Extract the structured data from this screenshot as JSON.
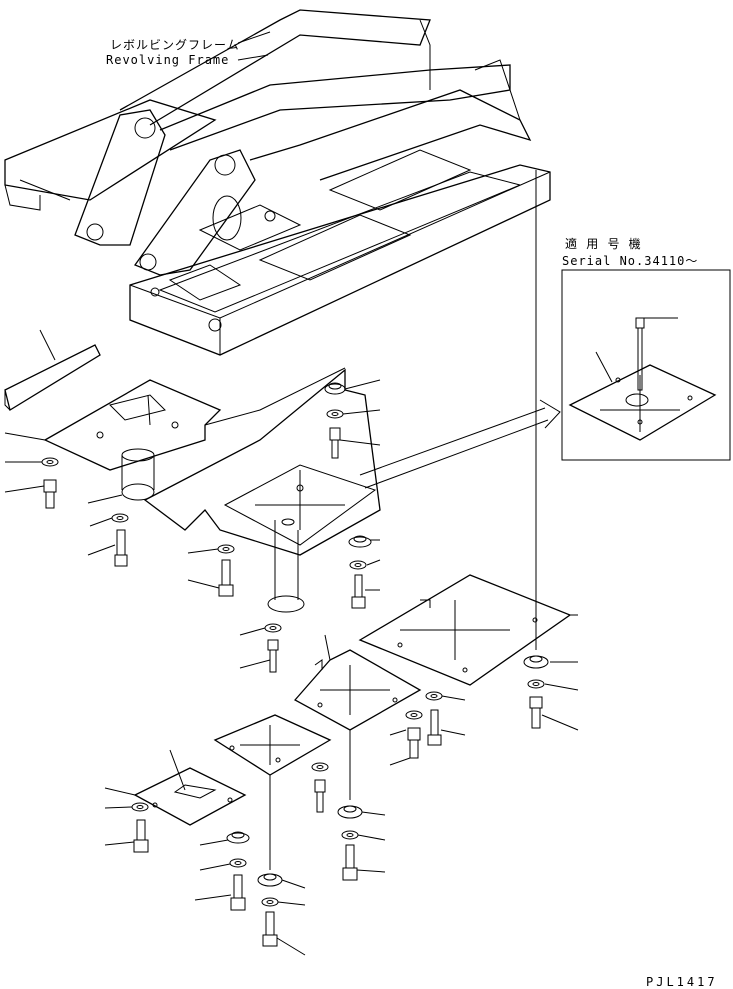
{
  "frame_label_jp": "レボルビングフレーム",
  "frame_label_en": "Revolving Frame",
  "serial_title": "適 用 号 機",
  "serial_number": "Serial No.34110～",
  "drawing_code": "PJL1417"
}
